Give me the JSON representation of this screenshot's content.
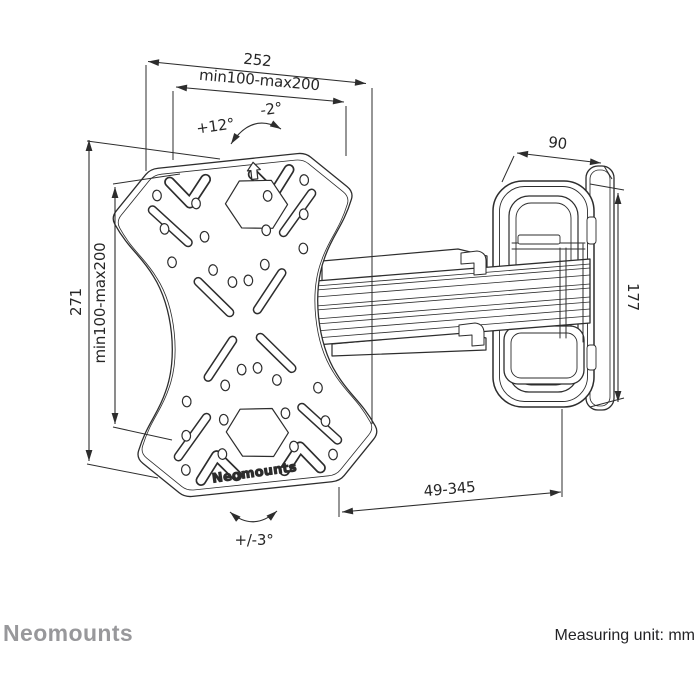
{
  "drawing": {
    "dimensions": {
      "plate_width": "252",
      "vesa_width": "min100-max200",
      "vesa_height": "min100-max200",
      "plate_height": "271",
      "tilt_up": "+12°",
      "tilt_down": "-2°",
      "wall_plate_depth": "90",
      "wall_plate_height": "177",
      "extension_range": "49-345",
      "swivel_range": "+/-3°"
    },
    "plate_logo": "Neomounts"
  },
  "footer": {
    "brand": "Neomounts",
    "measuring_unit_label": "Measuring unit: mm"
  },
  "colors": {
    "line": "#2d2d2d",
    "brand_gray": "#98989b",
    "footer_text": "#232326",
    "background": "#ffffff"
  }
}
